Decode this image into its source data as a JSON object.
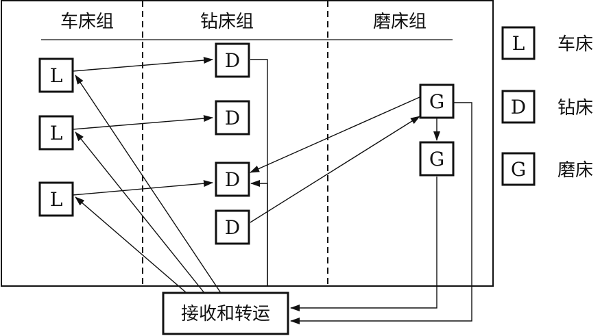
{
  "columns": [
    "车床组",
    "钻床组",
    "磨床组"
  ],
  "legend": [
    {
      "code": "L",
      "name": "车床"
    },
    {
      "code": "D",
      "name": "钻床"
    },
    {
      "code": "G",
      "name": "磨床"
    }
  ],
  "nodes": {
    "lathe_1": "L",
    "lathe_2": "L",
    "lathe_3": "L",
    "drill_1": "D",
    "drill_2": "D",
    "drill_3": "D",
    "drill_4": "D",
    "grinder_1": "G",
    "grinder_2": "G",
    "receiving": "接收和转运"
  }
}
